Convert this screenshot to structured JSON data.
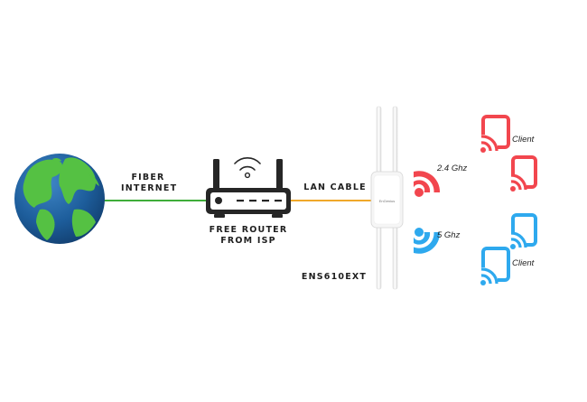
{
  "labels": {
    "fiber_line1": "FIBER",
    "fiber_line2": "INTERNET",
    "router_line1": "FREE ROUTER",
    "router_line2": "FROM ISP",
    "lan_cable": "LAN CABLE",
    "device_model": "ENS610EXT",
    "device_logo": "EnGenius",
    "band_24": "2.4 Ghz",
    "band_5": "5 Ghz",
    "client_top": "Client",
    "client_bottom": "Client"
  },
  "colors": {
    "fiber_line": "#3fae3a",
    "lan_line": "#f0a82a",
    "band_24": "#f2464e",
    "band_5": "#2ea9ee",
    "ocean": "#1d5d9b",
    "land": "#55c143",
    "router": "#262626"
  },
  "icons": {
    "globe": "globe-icon",
    "router": "router-icon",
    "access_point": "access-point-icon",
    "signal_24": "wifi-signal-icon",
    "signal_5": "wifi-signal-icon",
    "client_device": "tablet-wifi-icon"
  }
}
